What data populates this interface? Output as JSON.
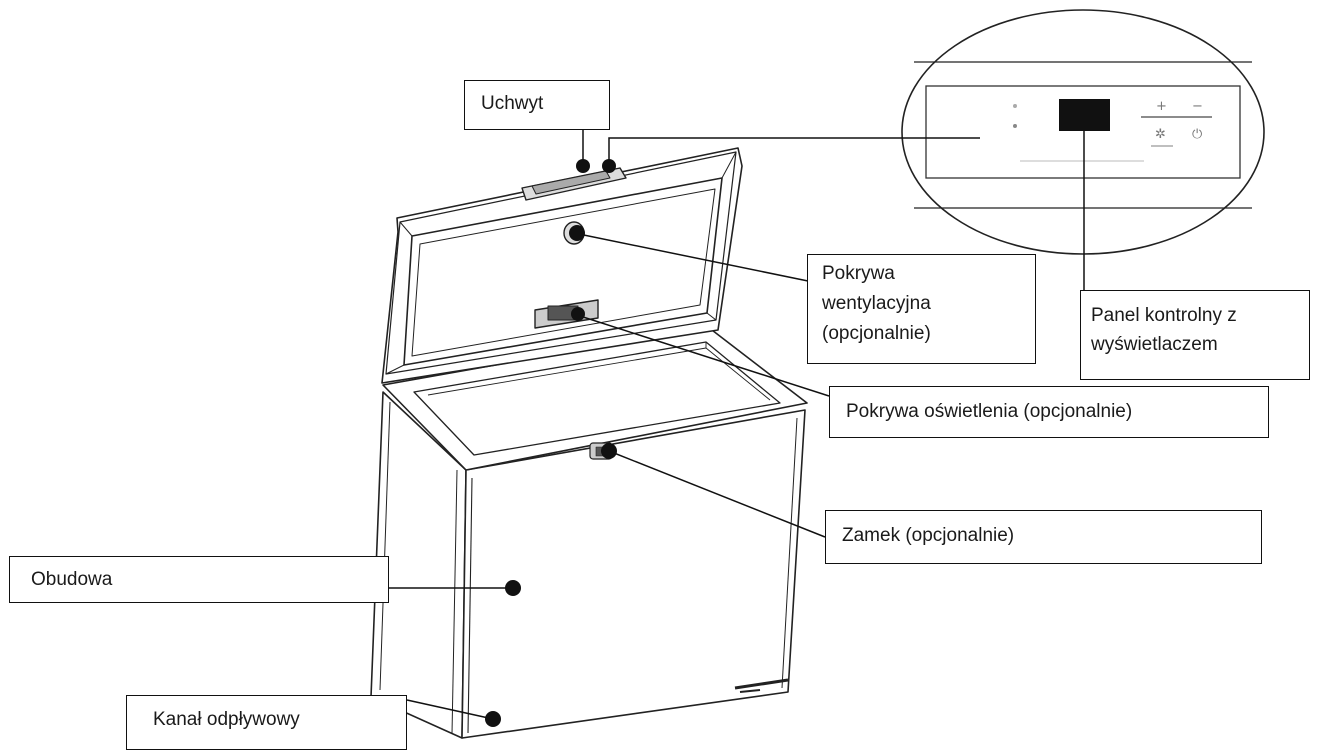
{
  "labels": {
    "handle": "Uchwyt",
    "vent_cover": "Pokrywa\nwentylacyjna\n(opcjonalnie)",
    "control_panel": "Panel kontrolny z\nwyświetlaczem",
    "light_cover": "Pokrywa oświetlenia (opcjonalnie)",
    "lock": "Zamek (opcjonalnie)",
    "housing": "Obudowa",
    "drain": "Kanał odpływowy"
  },
  "panel_icons": {
    "plus": "+",
    "minus": "−",
    "star": "✲",
    "power": "⏻"
  },
  "colors": {
    "line": "#111111",
    "dot": "#111111",
    "display": "#111111",
    "faint": "#888888"
  }
}
